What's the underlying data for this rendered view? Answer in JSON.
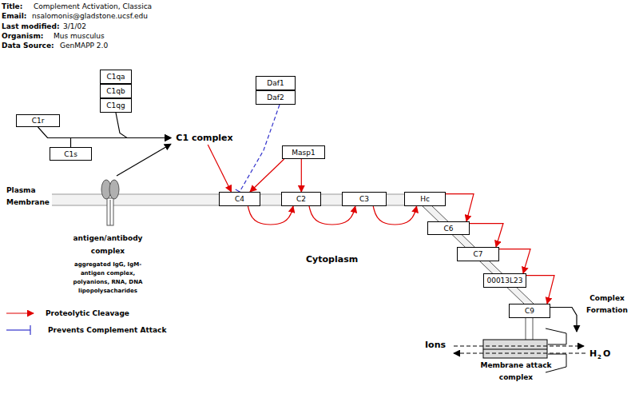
{
  "diagram": {
    "title": "Complement Activation, Classica",
    "nodes": [
      {
        "text": [
          "C1qa"
        ]
      },
      {
        "text": [
          "C1qb"
        ]
      },
      {
        "text": [
          "C1qg"
        ]
      },
      {
        "text": [
          "C1r"
        ]
      },
      {
        "text": [
          "C1s"
        ]
      },
      {
        "text": [
          "Daf1"
        ]
      },
      {
        "text": [
          "Daf2"
        ]
      },
      {
        "text": [
          "C1 complex"
        ]
      },
      {
        "text": [
          "Masp1"
        ]
      },
      {
        "text": [
          "antigen/antibody complex",
          "aggregated IgG, IgM-antigen complex, polyanions, RNA, DNA lipopolysacharides"
        ]
      },
      {
        "text": [
          "C4"
        ]
      },
      {
        "text": [
          "C2"
        ]
      },
      {
        "text": [
          "C3"
        ]
      },
      {
        "text": [
          "Hc"
        ]
      },
      {
        "text": [
          "C6"
        ]
      },
      {
        "text": [
          "C7"
        ]
      },
      {
        "text": [
          "00013L23"
        ]
      },
      {
        "text": [
          "C9"
        ]
      },
      {
        "text": [
          "Membrane attack complex"
        ]
      }
    ],
    "edges": [
      {
        "from": 3,
        "to": 7,
        "arrow": "to"
      },
      {
        "from": 4,
        "to": 7,
        "arrow": "to"
      },
      {
        "from": 2,
        "to": 7,
        "arrow": "to"
      },
      {
        "from": 9,
        "to": 7,
        "arrow": "to"
      },
      {
        "from": 7,
        "to": 10,
        "arrow": "to"
      },
      {
        "from": 8,
        "to": 10,
        "arrow": "to"
      },
      {
        "from": 8,
        "to": 11,
        "arrow": "to"
      },
      {
        "from": 6,
        "to": 10,
        "arrow": "to"
      },
      {
        "from": 10,
        "to": 11,
        "arrow": "to"
      },
      {
        "from": 11,
        "to": 12,
        "arrow": "to"
      },
      {
        "from": 12,
        "to": 13,
        "arrow": "to"
      },
      {
        "from": 13,
        "to": 14,
        "arrow": "to"
      },
      {
        "from": 14,
        "to": 15,
        "arrow": "to"
      },
      {
        "from": 15,
        "to": 16,
        "arrow": "to"
      },
      {
        "from": 16,
        "to": 17,
        "arrow": "to"
      },
      {
        "from": 17,
        "to": 18,
        "arrow": "to"
      }
    ],
    "labels": [
      "Title:",
      "Email:",
      "nsalomonis@gladstone.ucsf.edu",
      "Last modified:",
      "3/1/02",
      "Organism:",
      "Mus musculus",
      "Data Source:",
      "GenMAPP 2.0",
      "Plasma Membrane",
      "Cytoplasm",
      "Complex Formation",
      "Ions",
      "H",
      "2",
      "O"
    ],
    "legend": [
      {
        "text": "Proteolytic Cleavage"
      },
      {
        "text": "Prevents Complement Attack"
      }
    ]
  }
}
